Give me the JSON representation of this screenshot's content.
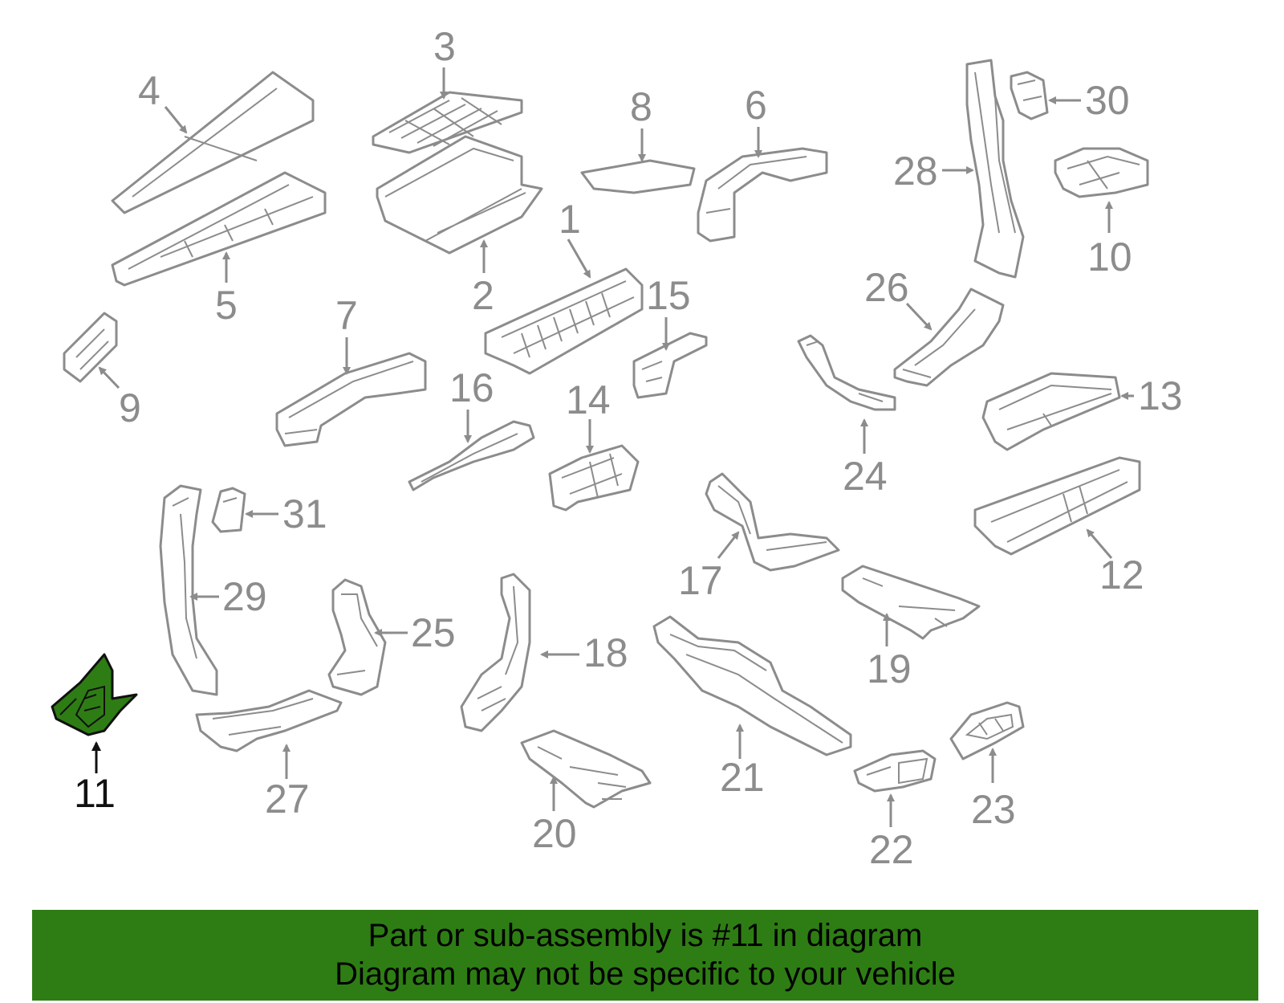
{
  "colors": {
    "highlight": "#2e7d14",
    "part_stroke": "#8c8c8c",
    "highlight_stroke": "#111111",
    "banner": "#2e7d14"
  },
  "highlighted_part": "11",
  "callouts": [
    "1",
    "2",
    "3",
    "4",
    "5",
    "6",
    "7",
    "8",
    "9",
    "10",
    "11",
    "12",
    "13",
    "14",
    "15",
    "16",
    "17",
    "18",
    "19",
    "20",
    "21",
    "22",
    "23",
    "24",
    "25",
    "26",
    "27",
    "28",
    "29",
    "30",
    "31"
  ],
  "banner": {
    "line1": "Part or sub-assembly is #11 in diagram",
    "line2": "Diagram may not be specific to your vehicle"
  }
}
